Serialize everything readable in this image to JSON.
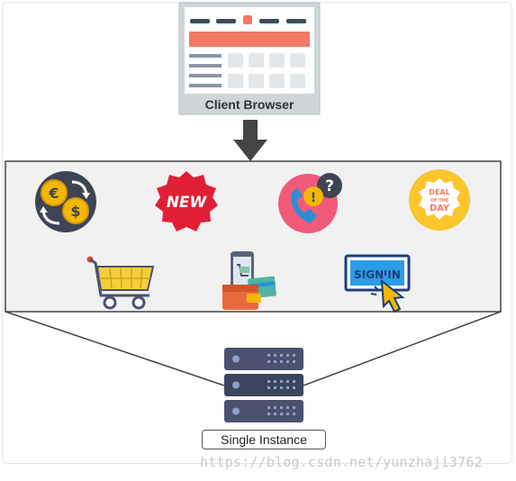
{
  "client": {
    "label": "Client Browser"
  },
  "server": {
    "label": "Single Instance"
  },
  "icons": [
    {
      "name": "currency-exchange-icon"
    },
    {
      "name": "new-badge-icon",
      "text": "NEW"
    },
    {
      "name": "support-call-icon",
      "text": "?"
    },
    {
      "name": "deal-of-the-day-icon",
      "lines": [
        "DEAL",
        "OF THE",
        "DAY"
      ]
    },
    {
      "name": "shopping-cart-icon"
    },
    {
      "name": "mobile-wallet-icon"
    },
    {
      "name": "sign-in-button-icon",
      "text": "SIGN IN"
    }
  ],
  "watermark": "https://blog.csdn.net/yunzhaji3762",
  "colors": {
    "accent": "#f47a66",
    "frame_bg": "#f1f1f1",
    "server": "#4a5270",
    "arrow": "#444444"
  }
}
